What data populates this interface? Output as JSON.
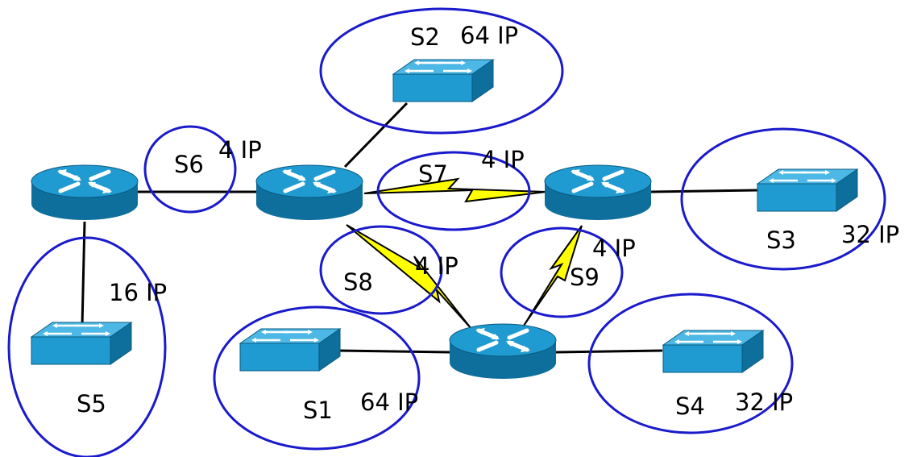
{
  "colors": {
    "subnet_ring": "#1a1acc",
    "serial_link": "#ffff00",
    "device_blue": "#1f9bd1",
    "device_dark": "#0f6f9c"
  },
  "subnets": [
    {
      "id": "S1",
      "name": "S1",
      "size": "64 IP"
    },
    {
      "id": "S2",
      "name": "S2",
      "size": "64 IP"
    },
    {
      "id": "S3",
      "name": "S3",
      "size": "32 IP"
    },
    {
      "id": "S4",
      "name": "S4",
      "size": "32 IP"
    },
    {
      "id": "S5",
      "name": "S5",
      "size": "16 IP"
    },
    {
      "id": "S6",
      "name": "S6",
      "size": "4 IP"
    },
    {
      "id": "S7",
      "name": "S7",
      "size": "4 IP"
    },
    {
      "id": "S8",
      "name": "S8",
      "size": "4 IP"
    },
    {
      "id": "S9",
      "name": "S9",
      "size": "4 IP"
    }
  ],
  "devices": {
    "routers": [
      "router-left",
      "router-center",
      "router-right",
      "router-bottom"
    ],
    "switches": [
      "switch-s1",
      "switch-s2",
      "switch-s3",
      "switch-s4",
      "switch-s5"
    ]
  }
}
